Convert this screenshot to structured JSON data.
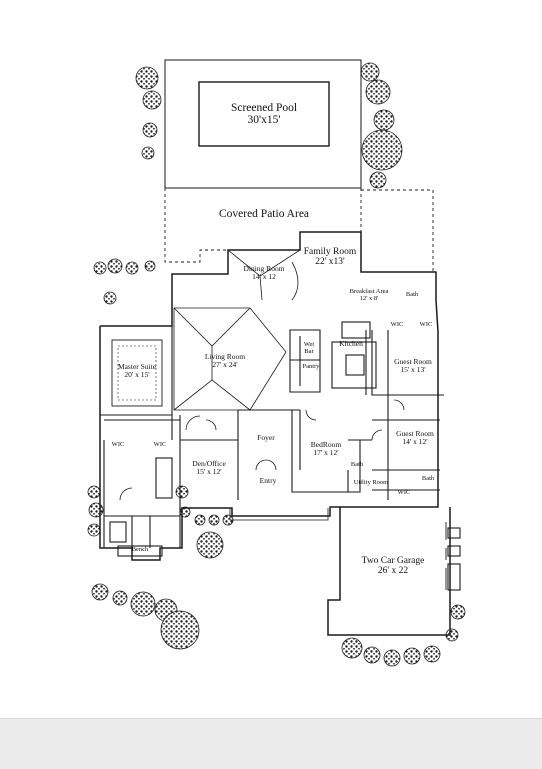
{
  "rooms": {
    "pool": {
      "name": "Screened Pool",
      "dims": "30'x15'"
    },
    "patio": {
      "name": "Covered Patio Area"
    },
    "dining": {
      "name": "Dining Room",
      "dims": "14' x 12"
    },
    "family": {
      "name": "Family Room",
      "dims": "22' x13'"
    },
    "breakfast": {
      "name": "Breakfast Area",
      "dims": "12' x 8'"
    },
    "bath_top": {
      "name": "Bath"
    },
    "wic_right_a": {
      "name": "WIC"
    },
    "wic_right_b": {
      "name": "WIC"
    },
    "master": {
      "name": "Master Suite",
      "dims": "20' x 15'"
    },
    "living": {
      "name": "Living Room",
      "dims": "27' x 24'"
    },
    "wet_bar": {
      "name": "Wet",
      "name2": "Bar"
    },
    "pantry": {
      "name": "Pantry"
    },
    "kitchen": {
      "name": "Kitchen"
    },
    "guest1": {
      "name": "Guest Room",
      "dims": "15' x 13'"
    },
    "guest2": {
      "name": "Guest Room",
      "dims": "14' x 12'"
    },
    "wic_master_a": {
      "name": "WIC"
    },
    "wic_master_b": {
      "name": "WIC"
    },
    "foyer": {
      "name": "Foyer"
    },
    "bedroom": {
      "name": "BedRoom",
      "dims": "17' x 12'"
    },
    "bath_mid": {
      "name": "Bath"
    },
    "den": {
      "name": "Den/Office",
      "dims": "15' x 12'"
    },
    "entry": {
      "name": "Entry"
    },
    "utility": {
      "name": "Utility Room"
    },
    "wic_bottom": {
      "name": "WIC"
    },
    "bath_bottom": {
      "name": "Bath"
    },
    "bench": {
      "name": "Bench"
    },
    "garage": {
      "name": "Two Car Garage",
      "dims": "26' x 22"
    }
  },
  "colors": {
    "line": "#1a1a1a",
    "foliage": "#2b2b2b",
    "paper": "#ffffff",
    "strip": "#ececec"
  }
}
